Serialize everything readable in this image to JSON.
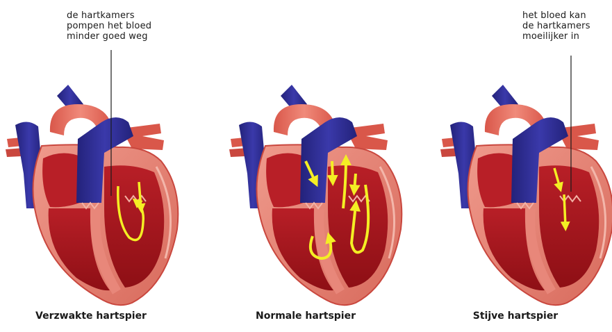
{
  "panels": [
    {
      "caption": "Verzwakte hartspier",
      "callout": "de hartkamers\npompen het bloed\nminder goed weg",
      "arrows": "two weak curved arrows in left ventricle"
    },
    {
      "caption": "Normale hartspier",
      "callout": "",
      "arrows": "strong circulation arrows in both ventricles"
    },
    {
      "caption": "Stijve hartspier",
      "callout": "het bloed kan\nde hartkamers\nmoeilijker in",
      "arrows": "two short downward arrows into left ventricle"
    }
  ],
  "colors": {
    "muscle": "#e8877a",
    "muscle_dark": "#c9473e",
    "chamber": "#a4161a",
    "chamber_light": "#c6323a",
    "vein": "#2b2a8a",
    "vein_light": "#3d3cb0",
    "arrow": "#f4ee24",
    "line": "#1a1a1a"
  }
}
